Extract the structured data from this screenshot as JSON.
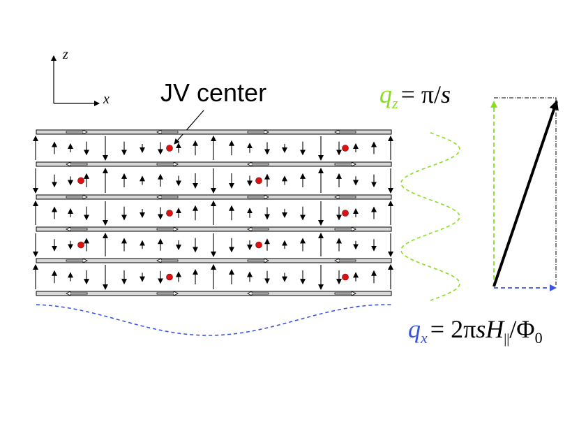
{
  "axes": {
    "z_label": "z",
    "x_label": "x"
  },
  "callout": {
    "label": "JV center"
  },
  "equations": {
    "qz": {
      "var": "q",
      "sub": "z",
      "rhs": "= π/",
      "rhs_var": "s"
    },
    "qx": {
      "var": "q",
      "sub": "x",
      "rhs_a": "= 2π",
      "rhs_s": "s",
      "rhs_H": "H",
      "rhs_par": "||",
      "rhs_slash": "/Φ",
      "rhs_zero": "0"
    }
  },
  "colors": {
    "qz_green": "#88dd22",
    "qx_blue": "#3a55dd",
    "vortex_red": "#dd1111",
    "layer_fill": "#d8d8d8",
    "ink": "#000000"
  },
  "icons": {
    "vortex_marker": "red-dot",
    "current_arrow": "hollow-arrow"
  }
}
